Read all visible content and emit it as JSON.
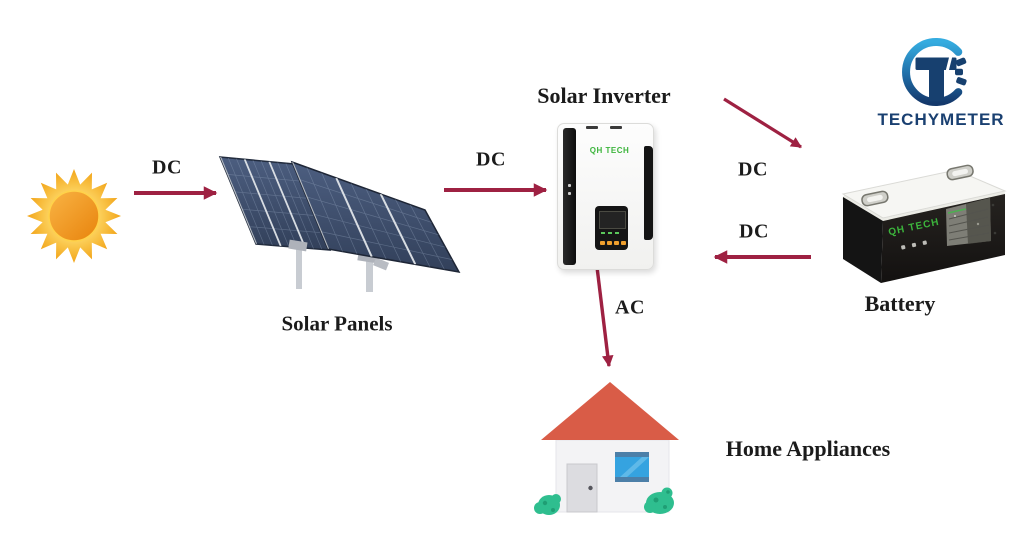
{
  "brand": {
    "name": "TECHYMETER"
  },
  "nodes": {
    "sun": {
      "icon": "sun-icon"
    },
    "solar_panels": {
      "label": "Solar Panels"
    },
    "solar_inverter": {
      "label": "Solar Inverter",
      "device_brand": "QH TECH"
    },
    "battery": {
      "label": "Battery",
      "device_brand": "QH TECH"
    },
    "home_appliances": {
      "label": "Home Appliances"
    }
  },
  "flows": [
    {
      "id": "sun-to-panels",
      "label": "DC"
    },
    {
      "id": "panels-to-inverter",
      "label": "DC"
    },
    {
      "id": "inverter-to-battery",
      "label": "DC"
    },
    {
      "id": "battery-to-inverter",
      "label": "DC"
    },
    {
      "id": "inverter-to-home",
      "label": "AC"
    }
  ],
  "colors": {
    "arrow": "#9E2142",
    "label_text": "#1B1B1B",
    "panel_blue": "#3D4E6B",
    "roof_red": "#D95C47",
    "bush_green": "#2FBE8F",
    "sun_orange": "#EE8A0E",
    "logo_blue_light": "#35ACE0",
    "logo_blue_dark": "#17406F",
    "device_brand_green": "#3CB53C"
  }
}
